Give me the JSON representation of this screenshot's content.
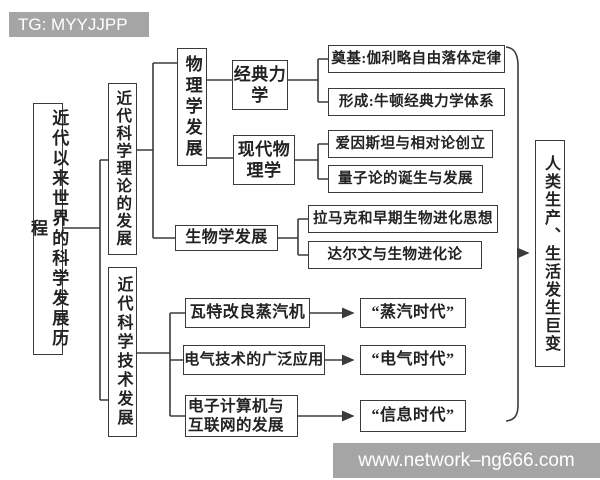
{
  "badge": {
    "text": "TG: MYYJJPP"
  },
  "watermark": {
    "text": "www.network–ng666.com"
  },
  "colors": {
    "background": "#ffffff",
    "line": "#3b3b3b",
    "text": "#222222",
    "badge_bg": "#a5a5a5",
    "badge_text": "#ffffff"
  },
  "nodes": {
    "root": "近代以来世界的科学发展历程",
    "theory": "近代科学理论的发展",
    "tech": "近代科学技术发展",
    "physics": "物理学发展",
    "classical": "经典力学",
    "modern_physics": "现代物理学",
    "biology": "生物学发展",
    "foundation": "奠基:伽利略自由落体定律",
    "formation": "形成:牛顿经典力学体系",
    "einstein": "爱因斯坦与相对论创立",
    "quantum": "量子论的诞生与发展",
    "lamarck": "拉马克和早期生物进化思想",
    "darwin": "达尔文与生物进化论",
    "watt": "瓦特改良蒸汽机",
    "steam_age": "“蒸汽时代”",
    "electric": "电气技术的广泛应用",
    "electric_age": "“电气时代”",
    "computer": "电子计算机与互联网的发展",
    "info_age": "“信息时代”",
    "impact": "人类生产、生活发生巨变"
  }
}
